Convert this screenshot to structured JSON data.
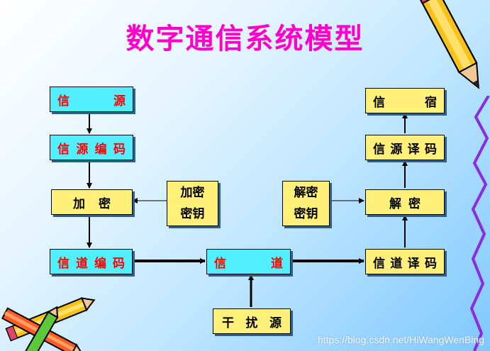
{
  "title": "数字通信系统模型",
  "colors": {
    "title": "#ff00cc",
    "cyan_box": "#52f0ff",
    "yellow_box": "#fff07a",
    "red_text": "#ff0000",
    "arrow": "#000000"
  },
  "nodes": {
    "source": "信 源",
    "source_encoding": "信源编码",
    "encryption": "加密",
    "encryption_key": [
      "加密",
      "密钥"
    ],
    "channel_encoding": "信道编码",
    "channel": "信 道",
    "noise_source": "干 扰 源",
    "channel_decoding": "信道译码",
    "decryption": "解密",
    "decryption_key": [
      "解密",
      "密钥"
    ],
    "source_decoding": "信源译码",
    "sink": "信 宿"
  },
  "watermark": "https://blog.csdn.net/HiWangWenBing",
  "decorations": [
    "pencil-icon-top-right",
    "pencils-icon-bottom-left"
  ]
}
